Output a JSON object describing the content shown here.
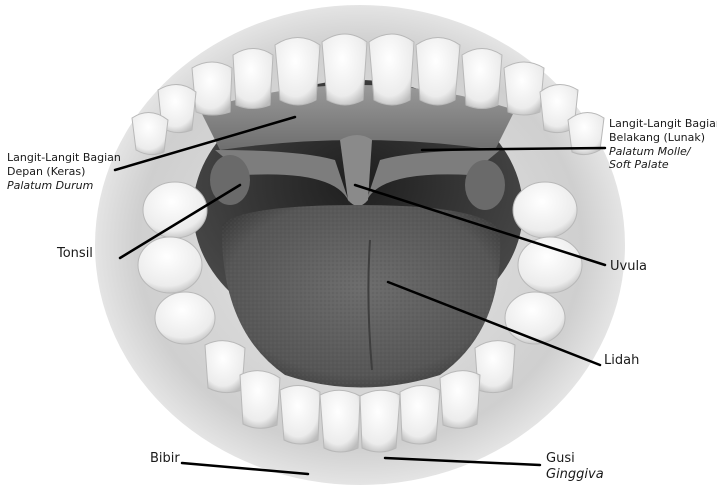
{
  "labels": {
    "hard_palate": {
      "line1": "Langit-Langit Bagian",
      "line2": "Depan (Keras)",
      "latin": "Palatum Durum"
    },
    "soft_palate": {
      "line1": "Langit-Langit Bagian",
      "line2": "Belakang (Lunak)",
      "latin1": "Palatum Molle/",
      "latin2": "Soft Palate"
    },
    "tonsil": "Tonsil",
    "uvula": "Uvula",
    "tongue": "Lidah",
    "lip": "Bibir",
    "gum": "Gusi",
    "gum_latin": "Ginggiva"
  },
  "colors": {
    "background": "#ffffff",
    "leader_line": "#000000",
    "tongue": "#5e5e5e",
    "throat": "#2c2c2c",
    "teeth": "#f4f4f4",
    "lips": "#c9c9c9"
  }
}
